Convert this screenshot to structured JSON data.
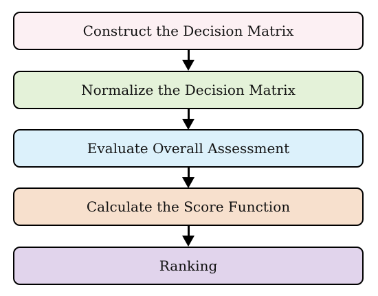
{
  "steps": [
    {
      "label": "Construct the Decision Matrix",
      "color": "#fcf0f3"
    },
    {
      "label": "Normalize the Decision Matrix",
      "color": "#e4f2d9"
    },
    {
      "label": "Evaluate Overall Assessment",
      "color": "#dcf1fb"
    },
    {
      "label": "Calculate the Score Function",
      "color": "#f7e0cd"
    },
    {
      "label": "Ranking",
      "color": "#e1d4ec"
    }
  ]
}
